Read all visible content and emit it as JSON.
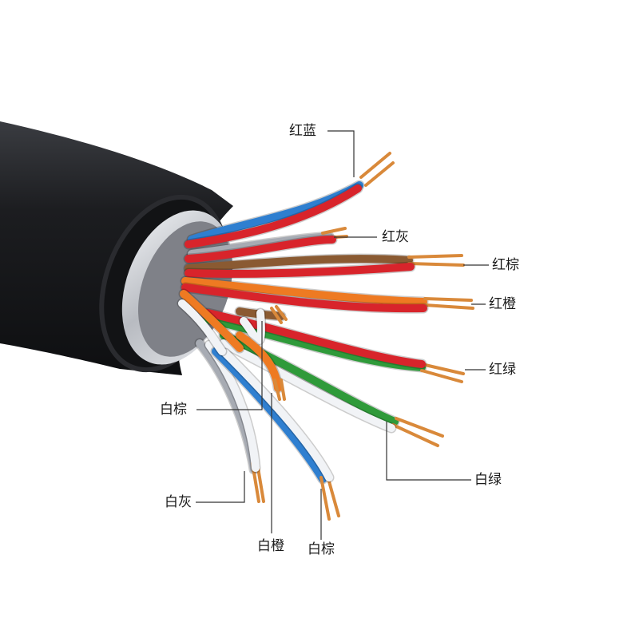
{
  "colors": {
    "jacket": "#1c1d20",
    "shield": "#c9cbd0",
    "copper": "#d9893a",
    "red": "#d8242b",
    "blue": "#2f7fd0",
    "gray": "#a7abb3",
    "brown": "#8a5a32",
    "orange": "#ee7a22",
    "green": "#2f9a3a",
    "white": "#f1f3f6",
    "leader": "#333333"
  },
  "labels": [
    {
      "id": "red-blue",
      "text": "红蓝",
      "color": "blue"
    },
    {
      "id": "red-gray",
      "text": "红灰",
      "color": "gray"
    },
    {
      "id": "red-brown",
      "text": "红棕",
      "color": "brown"
    },
    {
      "id": "red-orange",
      "text": "红橙",
      "color": "orange"
    },
    {
      "id": "red-green",
      "text": "红绿",
      "color": "green"
    },
    {
      "id": "white-green",
      "text": "白绿",
      "color": "green"
    },
    {
      "id": "white-brown-upper",
      "text": "白棕",
      "color": "brown"
    },
    {
      "id": "white-gray",
      "text": "白灰",
      "color": "gray"
    },
    {
      "id": "white-orange",
      "text": "白橙",
      "color": "orange"
    },
    {
      "id": "white-brown-lower",
      "text": "白棕",
      "color": "brown"
    }
  ]
}
